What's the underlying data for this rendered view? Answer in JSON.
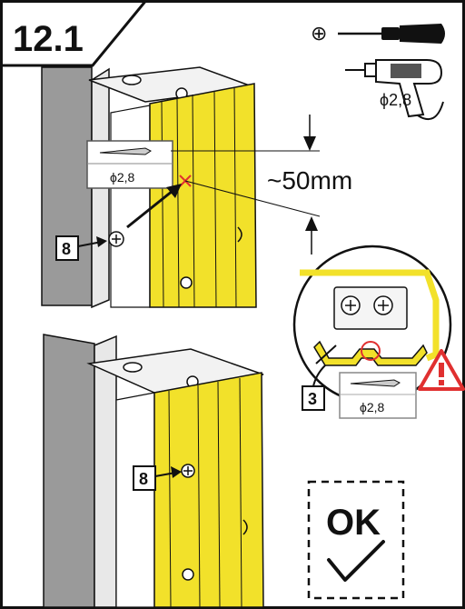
{
  "step": {
    "number": "12.1"
  },
  "tools": {
    "screwdriver_icon": "phillips-screwdriver",
    "screwdriver_symbol": "⊕",
    "drill_bit_size": "ϕ2,8"
  },
  "top_panel": {
    "bit_tag": "ϕ2,8",
    "screw_count": "8",
    "distance": "~50mm"
  },
  "detail_view": {
    "part_count": "3",
    "bit_tag": "ϕ2,8",
    "warning_icon": "warning-icon"
  },
  "bottom_panel": {
    "screw_count": "8"
  },
  "ok_box": {
    "label": "OK",
    "check": "✓"
  },
  "colors": {
    "profile_yellow": "#f2e12a",
    "wall_gray": "#9a9a9a",
    "warning_red": "#e03030"
  }
}
